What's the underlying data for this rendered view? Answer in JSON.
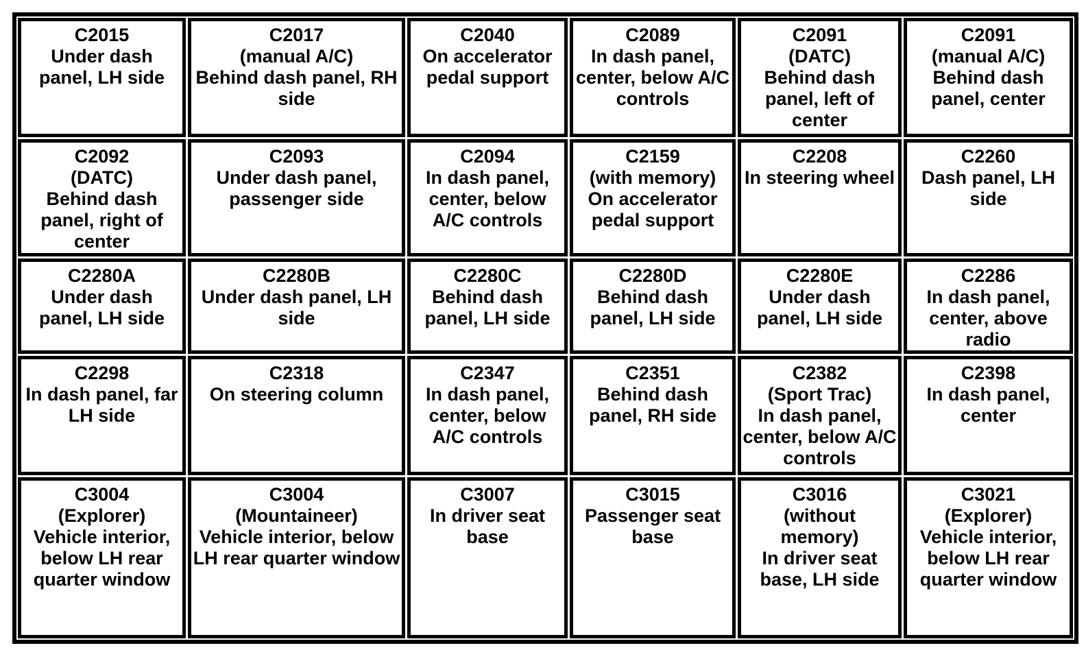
{
  "table": {
    "columns": 6,
    "rows": 5,
    "border_color": "#000000",
    "background_color": "#ffffff",
    "cells": [
      {
        "code": "C2015",
        "qualifier": "",
        "location": "Under dash panel, LH side"
      },
      {
        "code": "C2017",
        "qualifier": "(manual A/C)",
        "location": "Behind dash panel, RH side"
      },
      {
        "code": "C2040",
        "qualifier": "",
        "location": "On accelerator pedal support"
      },
      {
        "code": "C2089",
        "qualifier": "",
        "location": "In dash panel, center, below A/C controls"
      },
      {
        "code": "C2091",
        "qualifier": "(DATC)",
        "location": "Behind dash panel, left of center"
      },
      {
        "code": "C2091",
        "qualifier": "(manual A/C)",
        "location": "Behind dash panel, center"
      },
      {
        "code": "C2092",
        "qualifier": "(DATC)",
        "location": "Behind dash panel, right of center"
      },
      {
        "code": "C2093",
        "qualifier": "",
        "location": "Under dash panel, passenger side"
      },
      {
        "code": "C2094",
        "qualifier": "",
        "location": "In dash panel, center, below A/C controls"
      },
      {
        "code": "C2159",
        "qualifier": "(with memory)",
        "location": "On accelerator pedal support"
      },
      {
        "code": "C2208",
        "qualifier": "",
        "location": "In steering wheel"
      },
      {
        "code": "C2260",
        "qualifier": "",
        "location": "Dash panel, LH side"
      },
      {
        "code": "C2280A",
        "qualifier": "",
        "location": "Under dash panel, LH side"
      },
      {
        "code": "C2280B",
        "qualifier": "",
        "location": "Under dash panel, LH side"
      },
      {
        "code": "C2280C",
        "qualifier": "",
        "location": "Behind dash panel, LH side"
      },
      {
        "code": "C2280D",
        "qualifier": "",
        "location": "Behind dash panel, LH side"
      },
      {
        "code": "C2280E",
        "qualifier": "",
        "location": "Under dash panel, LH side"
      },
      {
        "code": "C2286",
        "qualifier": "",
        "location": "In dash panel, center, above radio"
      },
      {
        "code": "C2298",
        "qualifier": "",
        "location": "In dash panel, far LH side"
      },
      {
        "code": "C2318",
        "qualifier": "",
        "location": "On steering column"
      },
      {
        "code": "C2347",
        "qualifier": "",
        "location": "In dash panel, center, below A/C controls"
      },
      {
        "code": "C2351",
        "qualifier": "",
        "location": "Behind dash panel, RH side"
      },
      {
        "code": "C2382",
        "qualifier": "(Sport Trac)",
        "location": "In dash panel, center, below A/C controls"
      },
      {
        "code": "C2398",
        "qualifier": "",
        "location": "In dash panel, center"
      },
      {
        "code": "C3004",
        "qualifier": "(Explorer)",
        "location": "Vehicle interior, below LH rear quarter window"
      },
      {
        "code": "C3004",
        "qualifier": "(Mountaineer)",
        "location": "Vehicle interior, below LH rear quarter window"
      },
      {
        "code": "C3007",
        "qualifier": "",
        "location": "In driver seat base"
      },
      {
        "code": "C3015",
        "qualifier": "",
        "location": "Passenger seat base"
      },
      {
        "code": "C3016",
        "qualifier": "(without memory)",
        "location": "In driver seat base, LH side"
      },
      {
        "code": "C3021",
        "qualifier": "(Explorer)",
        "location": "Vehicle interior, below LH rear quarter window"
      }
    ]
  }
}
